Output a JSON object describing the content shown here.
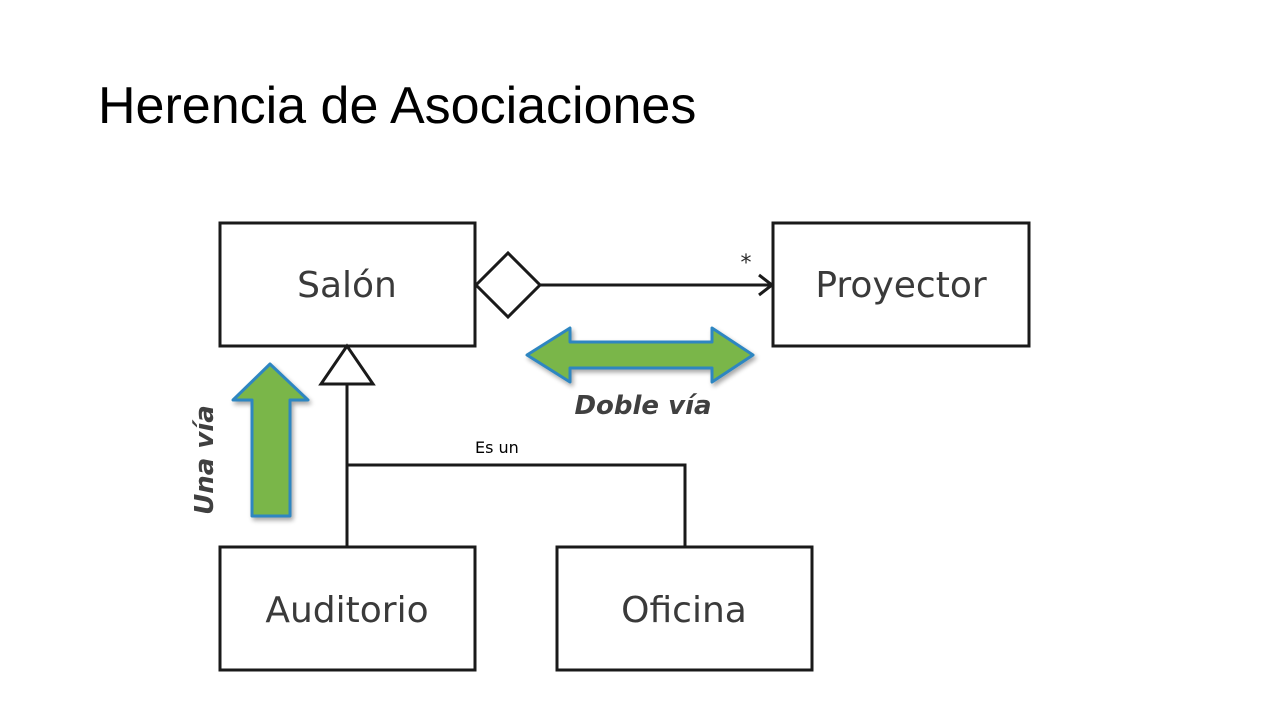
{
  "slide": {
    "title": "Herencia de Asociaciones"
  },
  "diagram": {
    "classes": {
      "salon": "Salón",
      "proyector": "Proyector",
      "auditorio": "Auditorio",
      "oficina": "Oficina"
    },
    "multiplicity": "*",
    "inheritance_label": "Es un",
    "one_way_label": "Una vía",
    "two_way_label": "Doble vía",
    "arrow_color": "#7ab648",
    "arrow_border_color": "#2e86c1"
  }
}
